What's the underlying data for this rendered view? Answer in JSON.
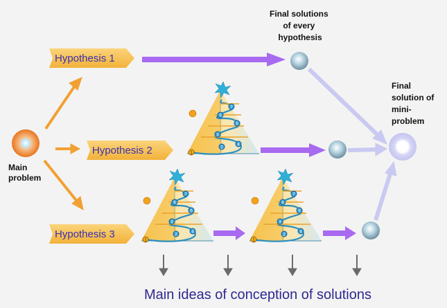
{
  "main_problem": {
    "lines": [
      "Main",
      "problem"
    ]
  },
  "hypotheses": [
    {
      "label": "Hypothesis 1"
    },
    {
      "label": "Hypothesis 2"
    },
    {
      "label": "Hypothesis 3"
    }
  ],
  "final_solutions_label": {
    "lines": [
      "Final solutions",
      "of every",
      "hypothesis"
    ]
  },
  "final_solution_mini_label": {
    "lines": [
      "Final",
      "solution of",
      "mini-",
      "problem"
    ]
  },
  "caption": "Main ideas of conception of solutions",
  "spiral_numbers": [
    "1",
    "2",
    "3",
    "4",
    "5",
    "6",
    "7"
  ],
  "colors": {
    "hypothesis_arrow": "#f7c04a",
    "flow_arrow": "#a86af0",
    "merge_arrow": "#c9c9f2",
    "branch_arrow": "#f2a033",
    "caption": "#2f2890"
  }
}
